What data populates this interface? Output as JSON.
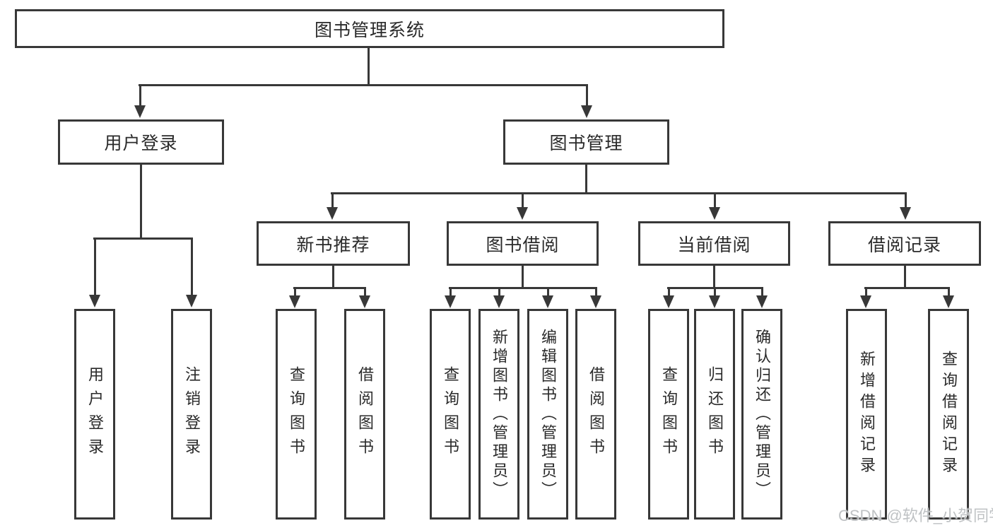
{
  "tree": {
    "label": "图书管理系统",
    "children": [
      {
        "label": "用户登录",
        "children": [
          {
            "label": "用户登录"
          },
          {
            "label": "注销登录"
          }
        ]
      },
      {
        "label": "图书管理",
        "children": [
          {
            "label": "新书推荐",
            "children": [
              {
                "label": "查询图书"
              },
              {
                "label": "借阅图书"
              }
            ]
          },
          {
            "label": "图书借阅",
            "children": [
              {
                "label": "查询图书"
              },
              {
                "label": "新增图书（管理员）"
              },
              {
                "label": "编辑图书（管理员）"
              },
              {
                "label": "借阅图书"
              }
            ]
          },
          {
            "label": "当前借阅",
            "children": [
              {
                "label": "查询图书"
              },
              {
                "label": "归还图书"
              },
              {
                "label": "确认归还（管理员）"
              }
            ]
          },
          {
            "label": "借阅记录",
            "children": [
              {
                "label": "新增借阅记录"
              },
              {
                "label": "查询借阅记录"
              }
            ]
          }
        ]
      }
    ]
  },
  "watermark": {
    "text": "CSDN @软件_小贺同学"
  },
  "colors": {
    "line": "#383838",
    "text": "#2a2a2a",
    "watermark": "#bfc2c4",
    "background": "#ffffff"
  }
}
